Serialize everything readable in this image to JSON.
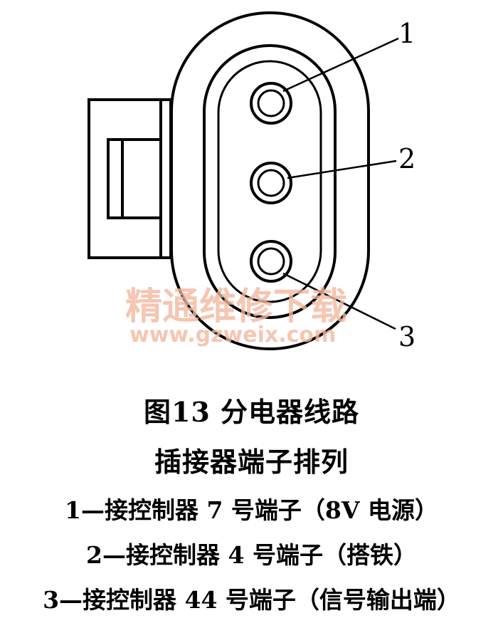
{
  "diagram": {
    "pin_labels": [
      "1",
      "2",
      "3"
    ],
    "watermark": {
      "main": "精通维修下载",
      "url": "www.gzweix.com"
    }
  },
  "caption": {
    "line1": "图13  分电器线路",
    "line2": "插接器端子排列"
  },
  "legend": [
    "1—接控制器 7 号端子（8V 电源）",
    "2—接控制器 4 号端子（搭铁）",
    "3—接控制器 44 号端子（信号输出端）"
  ]
}
